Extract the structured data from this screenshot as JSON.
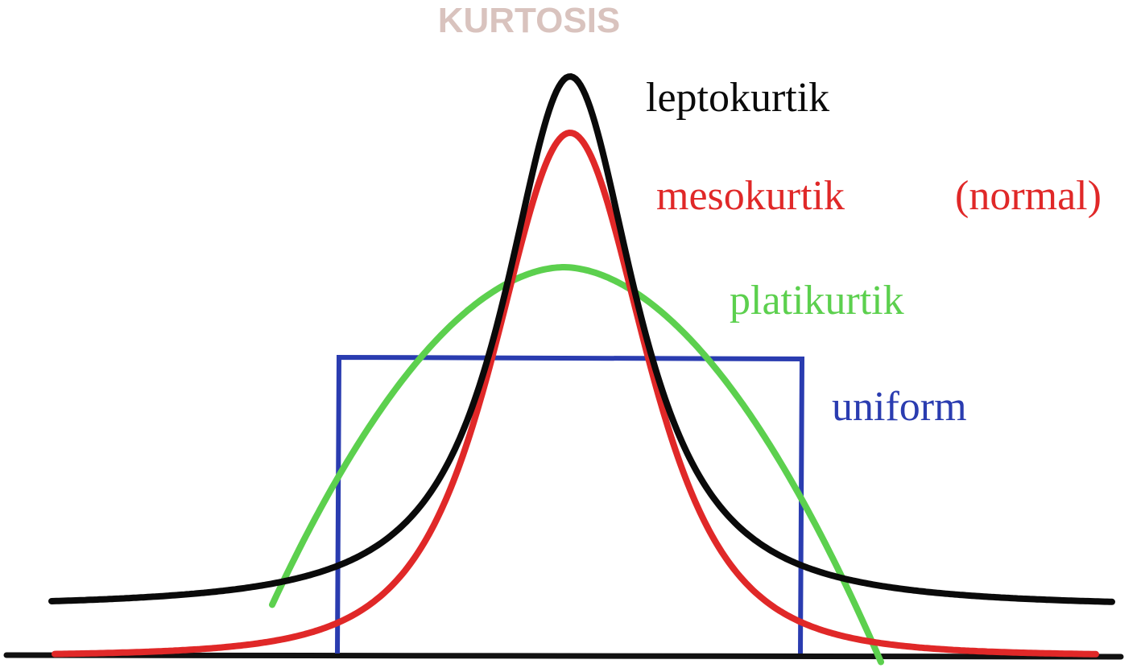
{
  "title": "KURTOSIS",
  "colors": {
    "title": "#d9c3be",
    "baseline": "#111111"
  },
  "curves": [
    {
      "id": "uniform",
      "label": "uniform",
      "color": "#2a3cb0",
      "kind": "box"
    },
    {
      "id": "platikurtik",
      "label": "platikurtik",
      "color": "#5cd04e",
      "kind": "parabola"
    },
    {
      "id": "mesokurtik",
      "label": "mesokurtik",
      "extra_label": "(normal)",
      "color": "#e02828",
      "kind": "bell"
    },
    {
      "id": "leptokurtik",
      "label": "leptokurtik",
      "color": "#0a0a0a",
      "kind": "peaked"
    }
  ]
}
